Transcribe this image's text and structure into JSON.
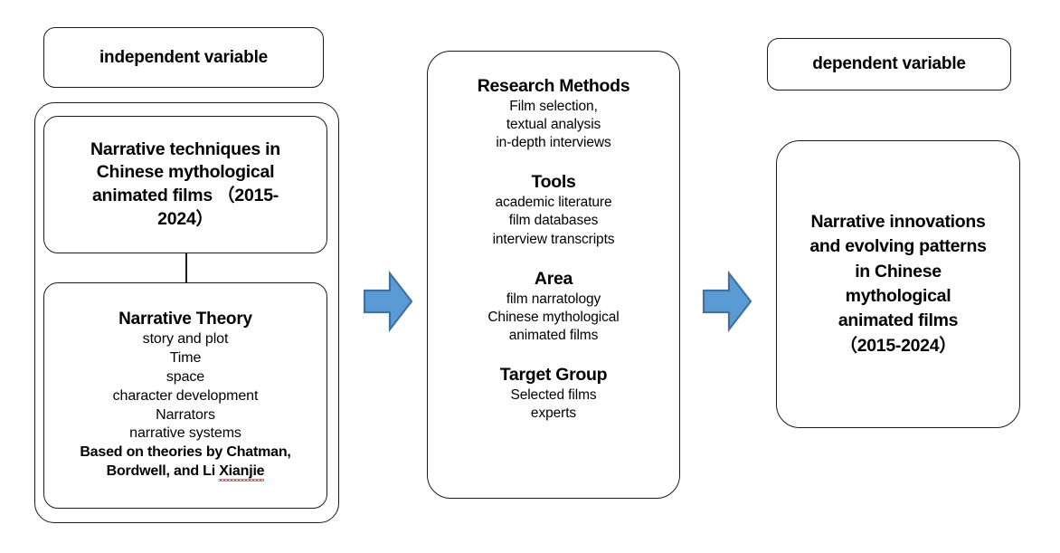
{
  "diagram": {
    "accent_color": "#4f8fc4",
    "arrow_fill": "#5b9bd5",
    "arrow_stroke": "#41719c",
    "border_color": "#1a1a1a",
    "background": "#ffffff",
    "spellcheck_color": "#e8453c"
  },
  "left": {
    "header": "independent variable",
    "title_lines": [
      "Narrative techniques in",
      "Chinese mythological",
      "animated films （2015-",
      "2024）"
    ],
    "theory": {
      "heading": "Narrative Theory",
      "items": [
        "story and plot",
        "Time",
        "space",
        "character development",
        "Narrators",
        "narrative systems"
      ],
      "source_line_1": "Based on theories by Chatman,",
      "source_line_2_prefix": "Bordwell, and Li ",
      "source_line_2_misspelled": "Xianjie"
    }
  },
  "middle": {
    "groups": [
      {
        "heading": "Research Methods",
        "items": [
          "Film selection,",
          "textual analysis",
          "in-depth interviews"
        ]
      },
      {
        "heading": "Tools",
        "items": [
          "academic literature",
          "film databases",
          "interview transcripts"
        ]
      },
      {
        "heading": "Area",
        "items": [
          "film narratology",
          "Chinese mythological",
          "animated films"
        ]
      },
      {
        "heading": "Target Group",
        "items": [
          "Selected films",
          "experts"
        ]
      }
    ]
  },
  "right": {
    "header": "dependent variable",
    "outcome_lines": [
      "Narrative innovations",
      "and evolving patterns",
      "in Chinese",
      "mythological",
      "animated films",
      "（2015-2024）"
    ]
  }
}
